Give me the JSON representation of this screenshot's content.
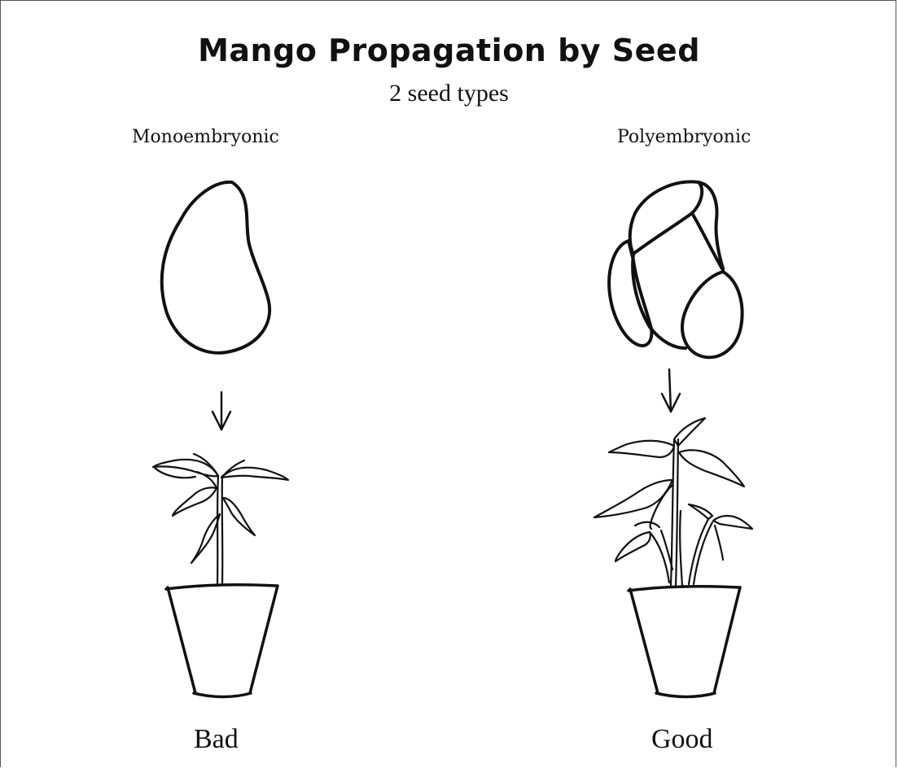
{
  "title": "Mango Propagation by Seed",
  "subtitle": "2 seed types",
  "columns": [
    {
      "seed_type": "Monoembryonic",
      "outcome": "Bad"
    },
    {
      "seed_type": "Polyembryonic",
      "outcome": "Good"
    }
  ]
}
